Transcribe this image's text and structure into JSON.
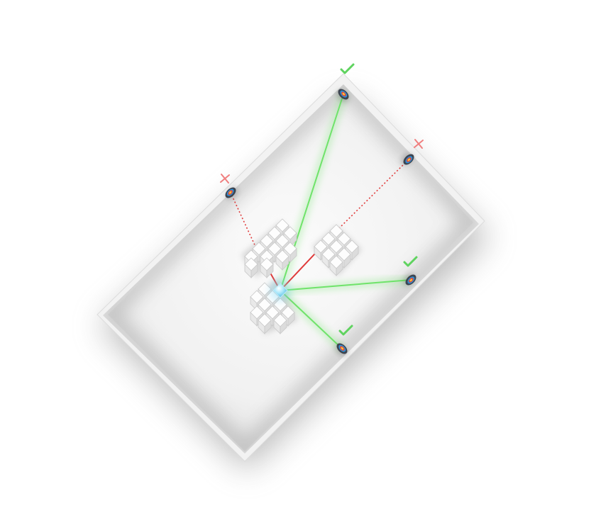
{
  "scene": {
    "colors": {
      "hit_ray": "#6fe36a",
      "blocked_ray": "#e03a3a",
      "check_mark": "#5fd35f",
      "cross_mark": "#f07f7f",
      "wall": "#f1f1f1",
      "floor": "#f5f5f5",
      "cube_face": "#f7f7f7",
      "cube_edge": "#c9c9c9",
      "emitter": "#7fd8f5"
    },
    "emitter": {
      "name": "light-source",
      "icon": "cube-emitter"
    },
    "targets": [
      {
        "id": "top",
        "status": "hit",
        "icon": "check-icon"
      },
      {
        "id": "upper-right",
        "status": "missed",
        "icon": "cross-icon"
      },
      {
        "id": "upper-left",
        "status": "missed",
        "icon": "cross-icon"
      },
      {
        "id": "right",
        "status": "hit",
        "icon": "check-icon"
      },
      {
        "id": "bottom",
        "status": "hit",
        "icon": "check-icon"
      }
    ],
    "summary": {
      "hit": 3,
      "missed": 2
    }
  }
}
